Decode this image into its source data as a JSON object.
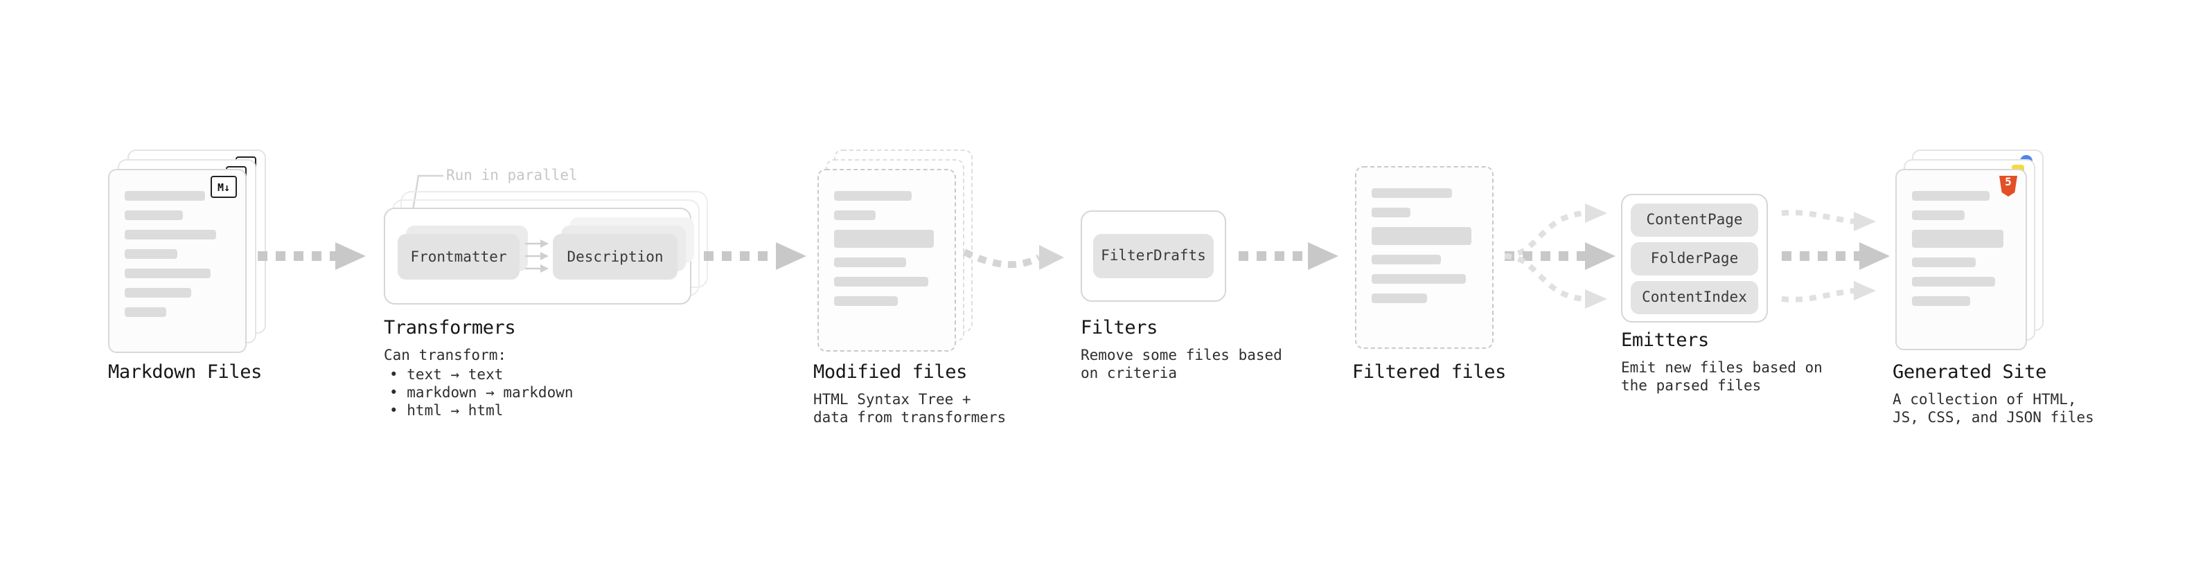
{
  "markdown_files": {
    "title": "Markdown Files",
    "badge": "M↓"
  },
  "transformers": {
    "title": "Transformers",
    "annotation": "Run in parallel",
    "boxes": [
      "Frontmatter",
      "Description"
    ],
    "lines": [
      "Can transform:",
      "• text → text",
      "• markdown → markdown",
      "• html → html"
    ]
  },
  "modified_files": {
    "title": "Modified files",
    "lines": [
      "HTML Syntax Tree +",
      "data from transformers"
    ]
  },
  "filters": {
    "title": "Filters",
    "boxes": [
      "FilterDrafts"
    ],
    "lines": [
      "Remove some files based",
      "on criteria"
    ]
  },
  "filtered_files": {
    "title": "Filtered files"
  },
  "emitters": {
    "title": "Emitters",
    "boxes": [
      "ContentPage",
      "FolderPage",
      "ContentIndex"
    ],
    "lines": [
      "Emit new files based on",
      "the parsed files"
    ]
  },
  "generated_site": {
    "title": "Generated Site",
    "badge": "5",
    "lines": [
      "A collection of HTML,",
      "JS, CSS, and JSON files"
    ]
  },
  "colors": {
    "arrow": "#c8c8c8",
    "arrow_light": "#e0e0e0",
    "html5_orange": "#e34f26",
    "js_yellow": "#f5d93f",
    "json_blue": "#4f86ec"
  }
}
